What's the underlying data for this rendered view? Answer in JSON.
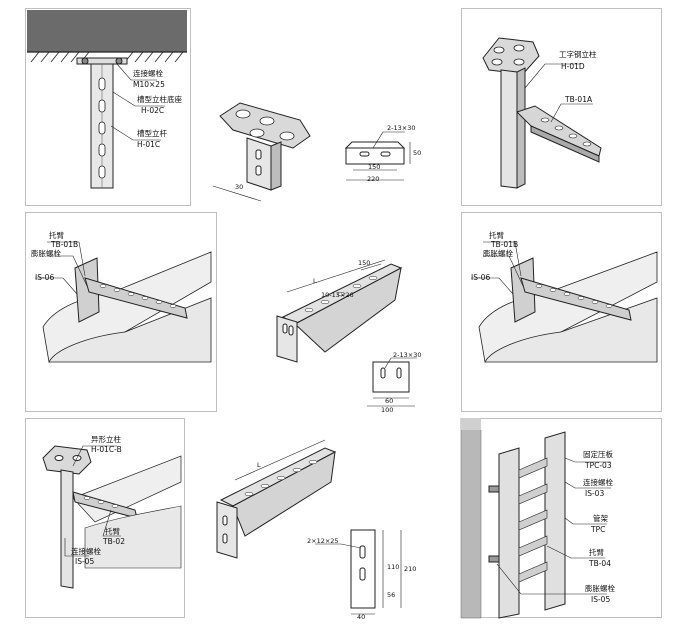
{
  "panel1": {
    "labels": [
      "连接螺栓",
      "M10×25",
      "槽型立柱底座",
      "H-02C",
      "槽型立杆",
      "H-01C"
    ],
    "dims": [
      "2-13×30",
      "150",
      "220",
      "50",
      "30"
    ]
  },
  "panel2": {
    "labels": [
      "工字钢立柱",
      "H-01D",
      "TB-01A"
    ]
  },
  "panel3": {
    "labels": [
      "托臂",
      "TB-01B",
      "膨胀螺栓",
      "IS-06"
    ],
    "dims": [
      "L",
      "150",
      "10-13×26",
      "2-13×30",
      "60",
      "100"
    ]
  },
  "panel4": {
    "labels": [
      "托臂",
      "TB-01B",
      "膨胀螺栓",
      "IS-06"
    ]
  },
  "panel5": {
    "labels": [
      "异形立柱",
      "H-01C-B",
      "托臂",
      "TB-02",
      "连接螺栓",
      "IS-05"
    ],
    "dims": [
      "L",
      "2×12×25",
      "110",
      "56",
      "210",
      "40"
    ]
  },
  "panel6": {
    "labels": [
      "固定压板",
      "TPC-03",
      "连接螺栓",
      "IS-03",
      "管架",
      "TPC",
      "托臂",
      "TB-04",
      "膨胀螺栓",
      "IS-05"
    ]
  }
}
